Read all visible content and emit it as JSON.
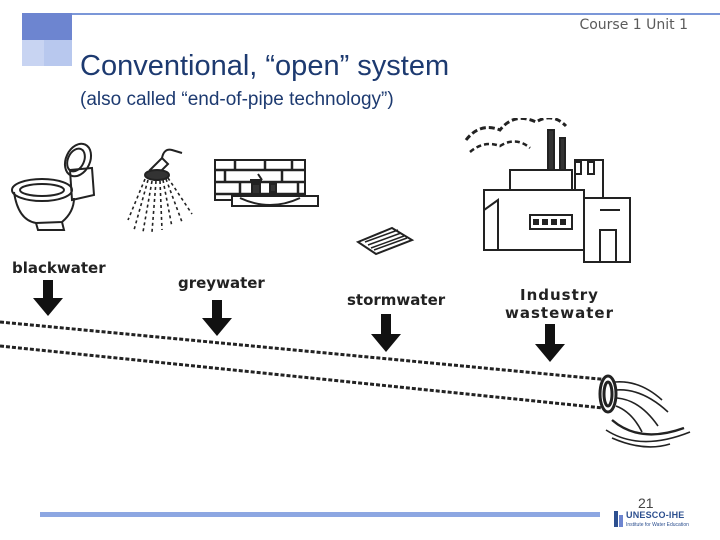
{
  "header": {
    "course_label": "Course 1 Unit 1"
  },
  "slide": {
    "title": "Conventional, “open” system",
    "subtitle": "(also called “end-of-pipe technology”)",
    "page_number": "21"
  },
  "illustration": {
    "labels": {
      "blackwater": "blackwater",
      "greywater": "greywater",
      "stormwater": "stormwater",
      "industry_line1": "Industry",
      "industry_line2": "wastewater"
    },
    "icons": [
      "toilet-icon",
      "shower-icon",
      "sink-icon",
      "storm-drain-icon",
      "factory-icon",
      "down-arrow-icon",
      "pipe-icon"
    ]
  },
  "logo": {
    "main": "UNESCO-IHE",
    "sub": "Institute for Water Education"
  },
  "colors": {
    "title": "#1d3a70",
    "accent_bar": "#7b97d8",
    "corner_block": "#6d85d0"
  }
}
